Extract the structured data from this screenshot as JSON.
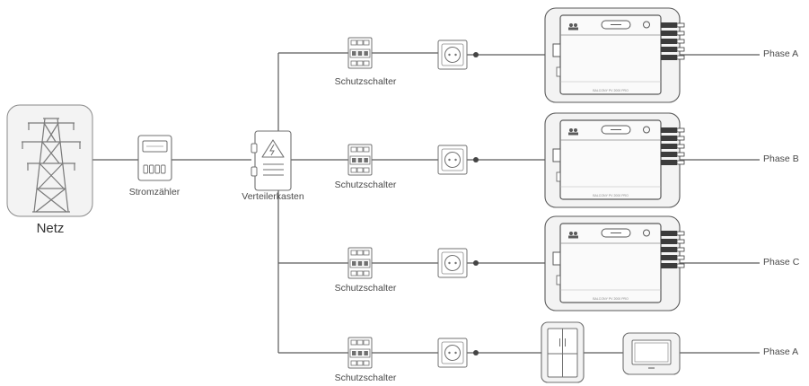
{
  "labels": {
    "grid": "Netz",
    "meter": "Stromzähler",
    "distribution_box": "Verteilerkasten",
    "breaker_1": "Schutzschalter",
    "breaker_2": "Schutzschalter",
    "breaker_3": "Schutzschalter",
    "breaker_4": "Schutzschalter",
    "phase_1": "Phase A",
    "phase_2": "Phase B",
    "phase_3": "Phase C",
    "phase_4": "Phase A"
  },
  "inverter_model_text": "BALCONY PV 2000 PRO",
  "colors": {
    "line": "#5a5a5a",
    "outline": "#707070",
    "box_border": "#8a8a8a",
    "fill_light": "#f3f3f3",
    "panel_fill": "#fafafa"
  }
}
